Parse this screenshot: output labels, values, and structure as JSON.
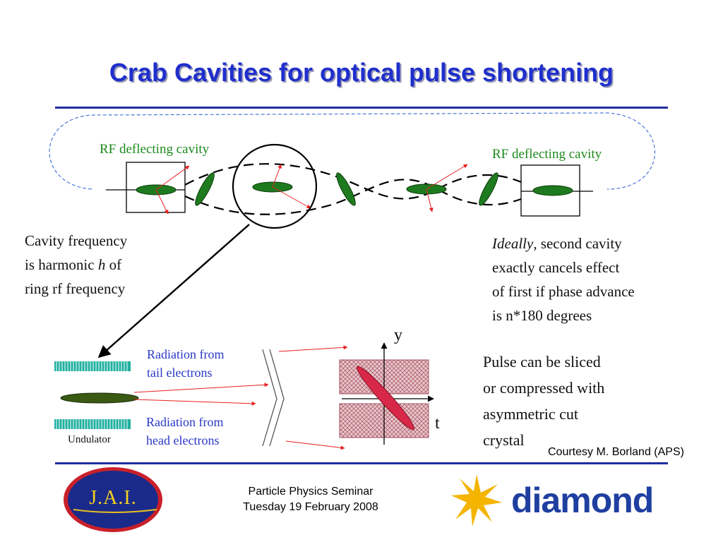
{
  "slide": {
    "title": "Crab Cavities for optical pulse shortening",
    "cavity_label_left": "RF deflecting cavity",
    "cavity_label_right": "RF deflecting cavity",
    "freq_text": [
      "Cavity frequency",
      "is harmonic ",
      "h",
      " of",
      "ring rf frequency"
    ],
    "ideally_text": {
      "italic": "Ideally",
      "line1_rest": ", second cavity",
      "line2": "exactly cancels effect",
      "line3": "of first if phase advance",
      "line4": "is n*180 degrees"
    },
    "radiation_tail": [
      "Radiation from",
      "tail electrons"
    ],
    "radiation_head": [
      "Radiation from",
      "head electrons"
    ],
    "undulator_label": "Undulator",
    "axis_y": "y",
    "axis_t": "t",
    "pulse_text": [
      "Pulse can be sliced",
      "or compressed with",
      "asymmetric cut",
      "crystal"
    ],
    "courtesy": "Courtesy M. Borland (APS)",
    "footer_line1": "Particle Physics Seminar",
    "footer_line2": "Tuesday 19 February 2008",
    "logo_jai": "J.A.I.",
    "logo_diamond": "diamond"
  },
  "colors": {
    "title": "#1f2fcc",
    "rule": "#1f2f9c",
    "bunch": "#1e7a1e",
    "arrow": "#e82020",
    "label_green": "#1e8a1e",
    "crystal": "#c04050",
    "diamond_blue": "#1f3fa0",
    "diamond_yellow": "#f4b400"
  }
}
